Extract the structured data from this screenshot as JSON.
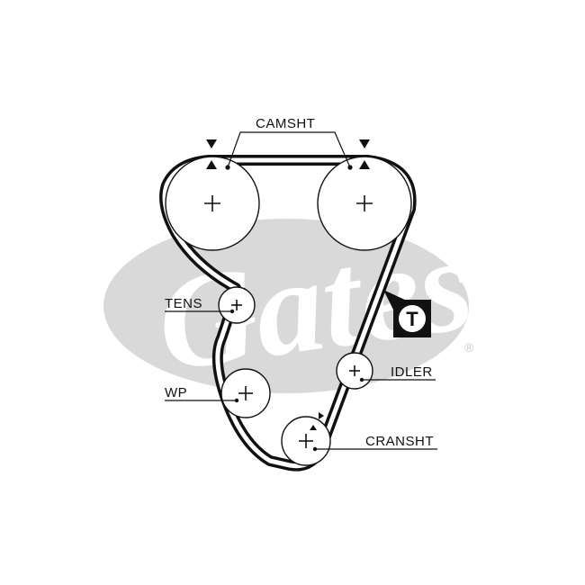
{
  "brand": {
    "logo_text": "Gates",
    "registered_mark": "®",
    "logo_color": "#d9d9d9"
  },
  "labels": {
    "camshaft": "CAMSHT",
    "tensioner": "TENS",
    "water_pump": "WP",
    "idler": "IDLER",
    "crankshaft": "CRANSHT"
  },
  "timing_badge": {
    "letter": "T"
  },
  "colors": {
    "ink": "#111111",
    "background": "#ffffff"
  }
}
